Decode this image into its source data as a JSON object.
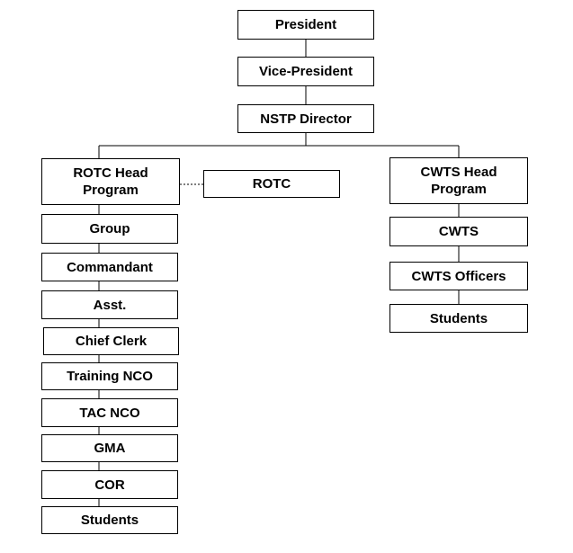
{
  "nodes": {
    "president": "President",
    "vice_president": "Vice-President",
    "nstp_director": "NSTP Director",
    "rotc_head": "ROTC Head\nProgram",
    "rotc": "ROTC",
    "cwts_head": "CWTS Head\nProgram",
    "group": "Group",
    "commandant": "Commandant",
    "asst": "Asst.",
    "chief_clerk": "Chief Clerk",
    "training_nco": "Training NCO",
    "tac_nco": "TAC NCO",
    "gma": "GMA",
    "cor": "COR",
    "rotc_students": "Students",
    "cwts": "CWTS",
    "cwts_officers": "CWTS Officers",
    "cwts_students": "Students"
  }
}
